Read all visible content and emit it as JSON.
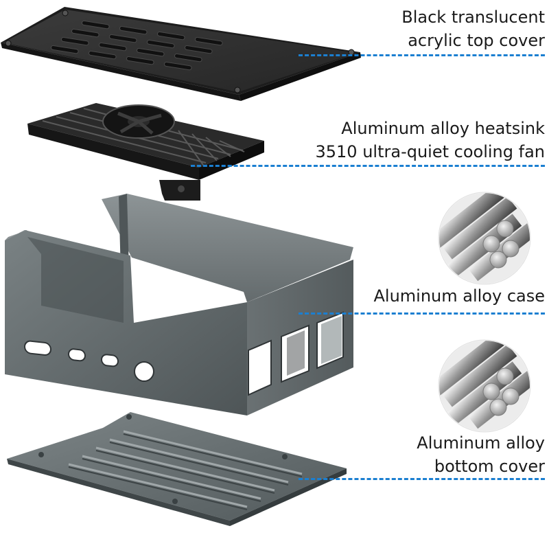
{
  "colors": {
    "leader_line": "#1b7fd1",
    "acrylic_cover": "#2d2d2d",
    "aluminum_case": "#5f6668",
    "heatsink": "#1e1e1e"
  },
  "callouts": [
    {
      "lines": [
        "Black translucent",
        "acrylic top cover"
      ]
    },
    {
      "lines": [
        "Aluminum alloy heatsink",
        "3510 ultra-quiet cooling fan"
      ]
    },
    {
      "lines": [
        "Aluminum alloy case"
      ]
    },
    {
      "lines": [
        "Aluminum alloy",
        "bottom cover"
      ]
    }
  ]
}
